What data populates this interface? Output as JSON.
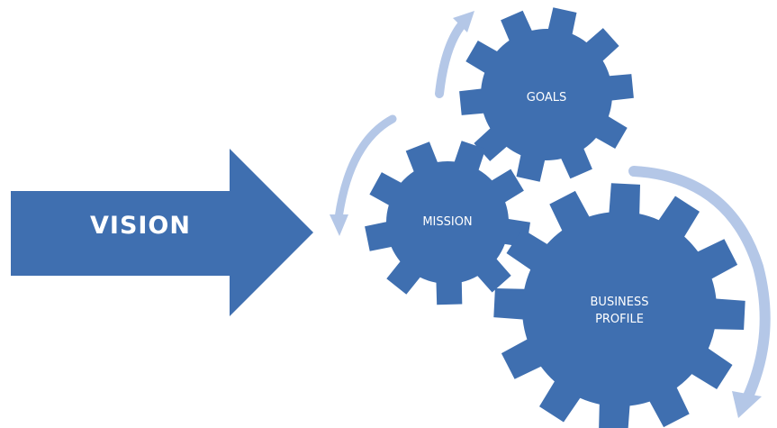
{
  "vision": {
    "label": "VISION"
  },
  "gears": {
    "goals": {
      "label": "GOALS"
    },
    "mission": {
      "label": "MISSION"
    },
    "business": {
      "line1": "BUSINESS",
      "line2": "PROFILE"
    }
  },
  "colors": {
    "primary": "#3f6fb0",
    "arrow_light": "#b4c7e7"
  }
}
